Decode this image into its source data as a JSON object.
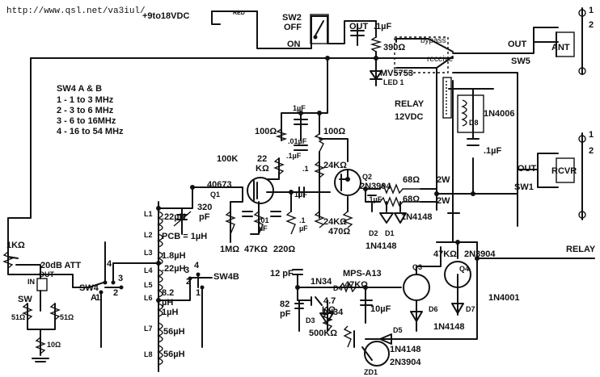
{
  "url": "http://www.qsl.net/va3iul/",
  "power": {
    "supply": "+9to18VDC",
    "red": "RED"
  },
  "sw2": {
    "name": "SW2",
    "off": "OFF",
    "on": "ON"
  },
  "out_cap": {
    "out": "OUT",
    "value": ".1µF"
  },
  "bypass_label": "bypass",
  "receive_label": "receive",
  "ant": {
    "out": "OUT",
    "name": "ANT",
    "sw5": "SW5"
  },
  "led": {
    "r": "390Ω",
    "diode": "MV5753",
    "name": "LED 1"
  },
  "relay": {
    "name": "RELAY",
    "volt": "12VDC",
    "d8": "D8",
    "diode": "1N4006",
    "cap": ".1µF"
  },
  "rcvr": {
    "out": "OUT",
    "name": "RCVR",
    "sw1": "SW1"
  },
  "sw4": {
    "title": "SW4 A & B",
    "bands": [
      "1 - 1 to 3 MHz",
      "2 - 3 to 6 MHz",
      "3 - 6 to 16MHz",
      "4 - 16 to 54 MHz"
    ]
  },
  "pin1": "1",
  "pin2": "2",
  "amp": {
    "r1u": "1µF",
    "r100": "100Ω",
    "c01a": ".01µF",
    "r100b": "100Ω",
    "r100k": "100K",
    "r22k": "22",
    "r22k2": "KΩ",
    "c1a": ".1µF",
    "c1b": ".1",
    "r24ka": "24KΩ",
    "q2": "Q2",
    "q2type": "2N3904",
    "r68a": "68Ω",
    "r68b": "68Ω",
    "w2a": "2W",
    "w2b": "2W",
    "fet": "40673",
    "q1": "Q1",
    "c1c": "1µF",
    "c1d": ".1µF",
    "c01b": ".01",
    "c01bu": "µF",
    "c1e": ".1",
    "c1eu": "µF",
    "r24kb": "24KΩ",
    "r470": "470Ω",
    "r1m": "1MΩ",
    "r47k": "47KΩ",
    "r220": "220Ω",
    "d2": "D2",
    "d1": "D1",
    "d1n": "1N4148",
    "d2n": "1N4148"
  },
  "filter": {
    "l1": "L1",
    "l1v": ".22µH",
    "c320": "320",
    "c320u": "pF",
    "l2": "L2",
    "pcb": "PCB = 1µH",
    "l3": "L3",
    "l3v": "1.8µH",
    "l4": "L4",
    "l4v": ".22µH",
    "l5": "L5",
    "l5v": "8.2",
    "l6": "L6",
    "l6v": "µH",
    "l6b": "1µH",
    "l7": "L7",
    "l7v": "56µH",
    "l8": "L8",
    "l8v": "56µH",
    "sw4a": "SW4",
    "sw4aa": "A",
    "sw4b": "SW4B",
    "n1": "1",
    "n2": "2",
    "n3": "3",
    "n4": "4",
    "m2": "2",
    "m3": "3",
    "m4": "4",
    "m1": "1"
  },
  "att": {
    "pot": "1KΩ",
    "att": "20dB ATT",
    "out": "OUT",
    "in": "IN",
    "sw": "SW",
    "r51a": "51Ω",
    "r51b": "51Ω",
    "r10": "10Ω"
  },
  "ctl": {
    "c12": "12 pF",
    "d1n34": "1N34",
    "d4": "D4",
    "r47k": "47KΩ",
    "mps": "MPS-A13",
    "q3": "Q3",
    "r47kb": "47KΩ",
    "q4type": "2N3904",
    "q4": "Q4",
    "relay": "RELAY",
    "c82": "82",
    "c82u": "pF",
    "r47": "4.7",
    "r47u": "KΩ",
    "d3n": "1N34",
    "d3": "D3",
    "c10u": "10µF",
    "d6": "D6",
    "d7": "D7",
    "n4001": "1N4001",
    "n4148": "1N4148",
    "pot500": "500KΩ",
    "d5": "D5",
    "n4148b": "1N4148",
    "zd1": "ZD1",
    "q5": "2N3904"
  }
}
